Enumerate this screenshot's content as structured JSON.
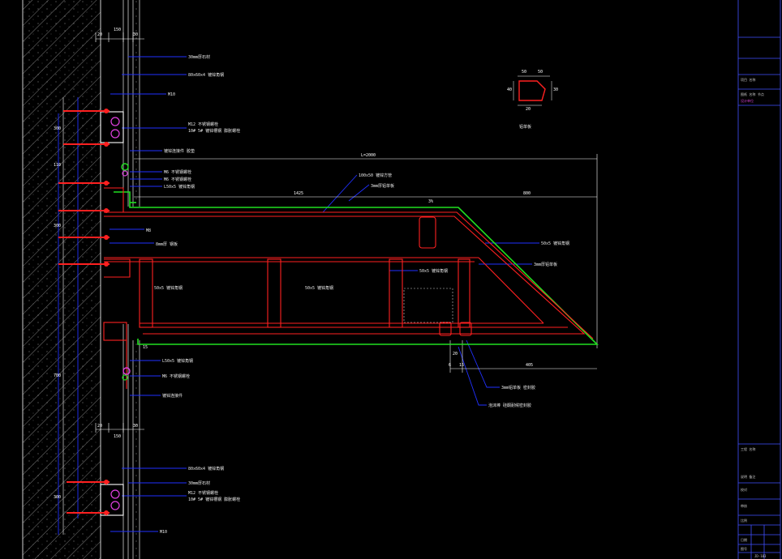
{
  "colors": {
    "background": "#000000",
    "leader": "#2030ff",
    "steel": "#ff2020",
    "panel": "#20e020",
    "wall_hatch": "#b0b0b0",
    "dim": "#ffffff",
    "title_block": "#4050ff",
    "magenta": "#e040e0"
  },
  "dims": {
    "top_150": "150",
    "top_20": "20",
    "top_30": "30",
    "mid_150": "150",
    "mid_20": "20",
    "mid_30": "30",
    "v_300a": "300",
    "v_110": "110",
    "v_300b": "300",
    "v_700": "700",
    "v_300c": "300",
    "overall": "L=2000",
    "seg_1425": "1425",
    "seg_800": "800",
    "seg_30": "3%",
    "side_405": "405",
    "bot_20": "20",
    "bot_6": "6",
    "bot_15": "15",
    "v_15": "15"
  },
  "annotations": {
    "a1": "30mm厚石材",
    "a2": "80x60x4 镀锌角钢",
    "a3": "M10",
    "a4": "M12 不锈钢螺栓",
    "a5": "10# 5# 镀锌槽钢 膨胀螺栓",
    "a6": "镀锌连接件 胶垫",
    "a7": "M6 不锈钢螺栓",
    "a8": "M6 不锈钢螺栓",
    "a9": "L50x5 镀锌角钢",
    "a10": "100x50 镀锌方管",
    "a11": "3mm厚铝单板",
    "a12": "M8",
    "a13": "8mm厚 钢板",
    "a14": "50x5 镀锌角钢",
    "a15": "50x5 镀锌角钢",
    "a16": "50x5 镀锌角钢",
    "a17": "50x5 镀锌角钢",
    "a18": "3mm厚铝单板",
    "a19": "3mm铝单板 密封胶",
    "a20": "泡沫棒 硅酮耐候密封胶",
    "a21": "L50x5 镀锌角钢",
    "a22": "M6 不锈钢螺栓",
    "a23": "镀锌连接件",
    "a24": "80x60x4 镀锌角钢",
    "a25": "30mm厚石材",
    "a26": "M12 不锈钢螺栓",
    "a27": "10# 5# 镀锌槽钢 膨胀螺栓",
    "a28": "M10",
    "inset_caption": "铝单板",
    "inset_d1": "50",
    "inset_d2": "50",
    "inset_d3": "40",
    "inset_d4": "30",
    "inset_d5": "20"
  },
  "title_block": {
    "rows": [
      "项目 名称",
      "图纸 名称 节点",
      "设计单位",
      "工程 名称",
      "说明 备注",
      "校对",
      "审核",
      "比例",
      "日期",
      "图号"
    ],
    "drawing_no": "JD-103"
  }
}
